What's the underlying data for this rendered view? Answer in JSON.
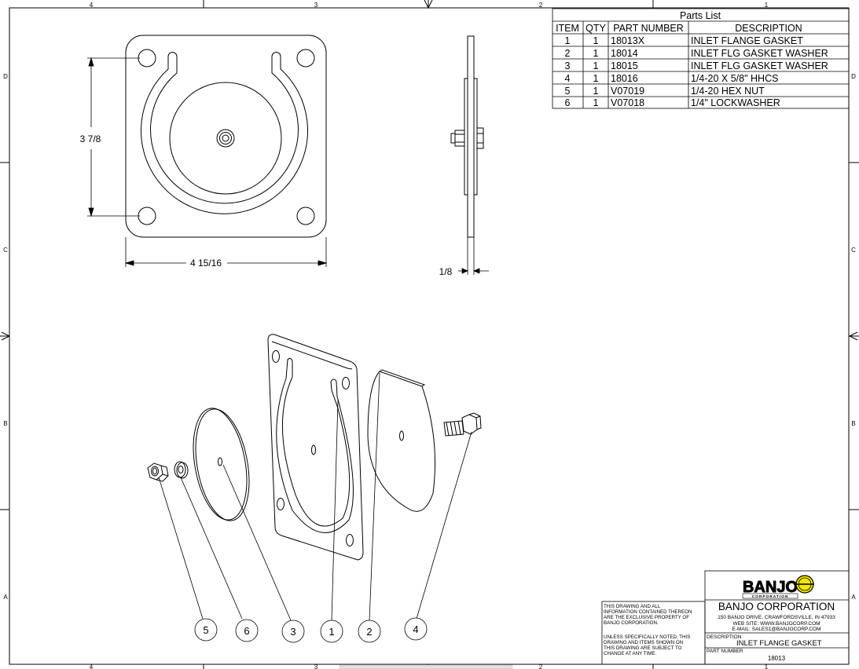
{
  "border": {
    "zones_top": [
      "4",
      "3",
      "2",
      "1"
    ],
    "zones_bottom": [
      "4",
      "3",
      "2",
      "1"
    ],
    "zones_side": [
      "D",
      "C",
      "B",
      "A"
    ]
  },
  "parts_list": {
    "title": "Parts List",
    "headers": [
      "ITEM",
      "QTY",
      "PART NUMBER",
      "DESCRIPTION"
    ],
    "rows": [
      [
        "1",
        "1",
        "18013X",
        "INLET FLANGE GASKET"
      ],
      [
        "2",
        "1",
        "18014",
        "INLET FLG GASKET WASHER"
      ],
      [
        "3",
        "1",
        "18015",
        "INLET FLG GASKET WASHER"
      ],
      [
        "4",
        "1",
        "18016",
        "1/4-20 X 5/8\" HHCS"
      ],
      [
        "5",
        "1",
        "V07019",
        "1/4-20 HEX NUT"
      ],
      [
        "6",
        "1",
        "V07018",
        "1/4\" LOCKWASHER"
      ]
    ]
  },
  "dimensions": {
    "height": "3 7/8",
    "width": "4 15/16",
    "thickness": "1/8"
  },
  "balloons": [
    "5",
    "6",
    "3",
    "1",
    "2",
    "4"
  ],
  "title_block": {
    "logo_text": "BANJO",
    "logo_sub": "CORPORATION",
    "company": "BANJO CORPORATION",
    "address": "150 BANJO DRIVE, CRAWFORDSVILLE, IN 47933",
    "website": "WEB SITE: WWW.BANJOCORP.COM",
    "email": "E-MAIL: SALES1@BANJOCORP.COM",
    "property_note": [
      "THIS DRAWING AND ALL",
      "INFORMATION CONTAINED THEREON",
      "ARE THE EXCLUSIVE PROPERTY OF",
      "BANJO CORPORATION."
    ],
    "change_note": [
      "UNLESS SPECIFICALLY NOTED, THIS",
      "DRAWING AND ITEMS SHOWN ON",
      "THIS DRAWING ARE SUBJECT TO",
      "CHANGE AT ANY TIME."
    ],
    "description_label": "DESCRIPTION",
    "description": "INLET FLANGE GASKET",
    "part_number_label": "PART NUMBER",
    "part_number": "18013"
  },
  "colors": {
    "line": "#000000",
    "logo_yellow": "#f2e600",
    "paper": "#ffffff"
  }
}
